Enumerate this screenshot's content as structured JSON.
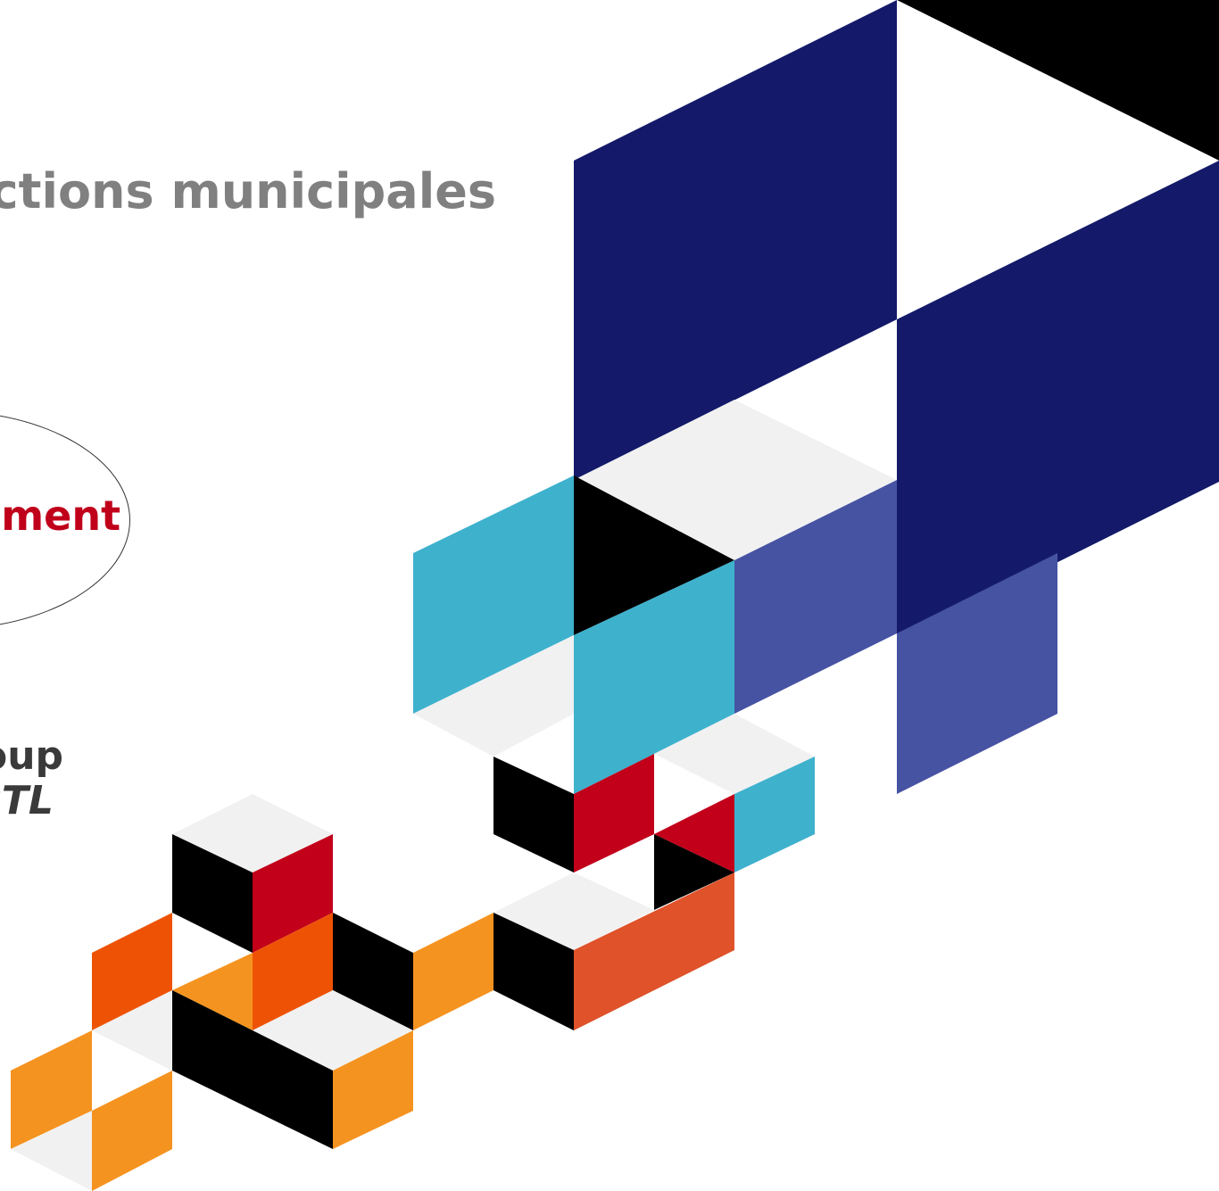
{
  "slide": {
    "title": "ections municipales",
    "highlight": "ement",
    "credit_line_1": "oup",
    "credit_line_2": "RTL"
  },
  "colors": {
    "title_gray": "#808080",
    "highlight_red": "#c0001a",
    "credit_dark": "#3a3a3a",
    "navy": "#141a69",
    "indigo": "#4653a3",
    "cyan": "#3eb1cd",
    "black": "#000000",
    "light_gray": "#f1f1f1",
    "red": "#c2001a",
    "orange_light": "#f59320",
    "orange_dark": "#ee5305",
    "rust": "#df522a"
  }
}
